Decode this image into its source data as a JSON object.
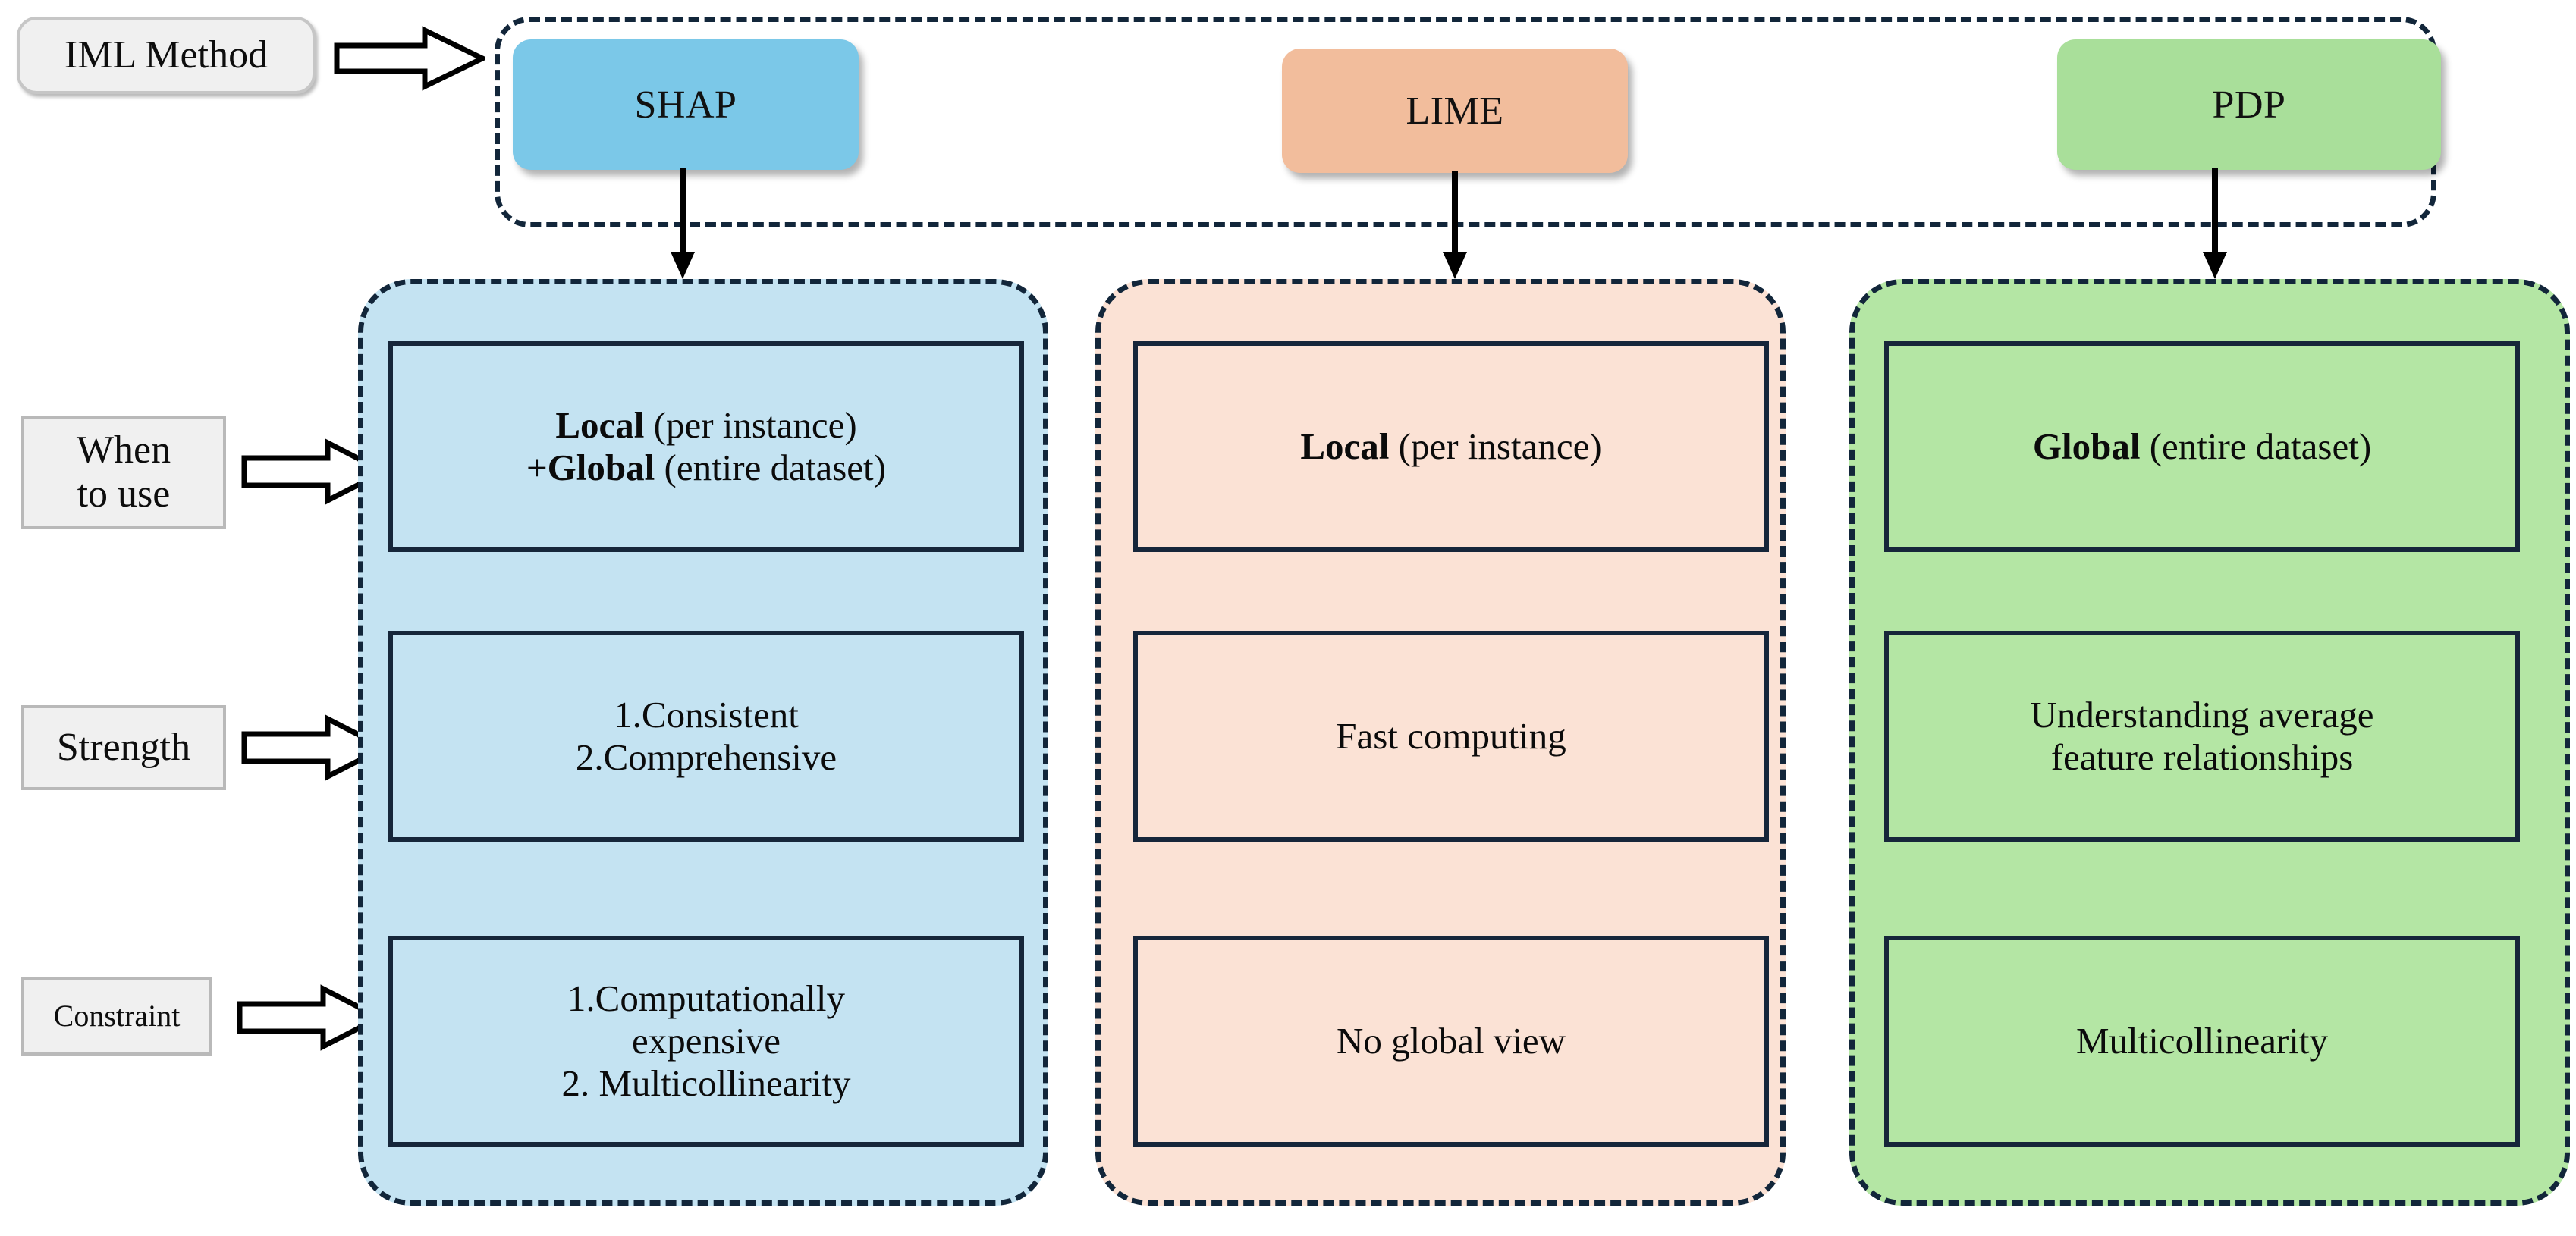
{
  "legend": {
    "method_label": "IML Method",
    "rows": [
      {
        "label": "When\nto use",
        "name": "when-to-use"
      },
      {
        "label": "Strength",
        "name": "strength"
      },
      {
        "label": "Constraint",
        "name": "constraint"
      }
    ]
  },
  "colors": {
    "shap_header": "#7BC8E8",
    "shap_body": "#C4E3F2",
    "lime_header": "#F2BD9C",
    "lime_body": "#FBE2D5",
    "pdp_header": "#A9DF9A",
    "pdp_body": "#B4E6A4",
    "dashed_border": "#12263a",
    "cell_border": "#16263a",
    "label_fill": "#f0f0f0",
    "label_border": "#b9b9b9"
  },
  "columns": [
    {
      "id": "shap",
      "header": "SHAP",
      "when_to_use_line1_bold": "Local",
      "when_to_use_line1_rest": " (per instance)",
      "when_to_use_line2_prefix": "+",
      "when_to_use_line2_bold": "Global",
      "when_to_use_line2_rest": " (entire dataset)",
      "strength_line1": "1.Consistent",
      "strength_line2": "2.Comprehensive",
      "constraint_line1": "1.Computationally",
      "constraint_line2": "expensive",
      "constraint_line3": "2. Multicollinearity"
    },
    {
      "id": "lime",
      "header": "LIME",
      "when_to_use_line1_bold": "Local",
      "when_to_use_line1_rest": " (per instance)",
      "strength_line1": "Fast computing",
      "constraint_line1": "No global view"
    },
    {
      "id": "pdp",
      "header": "PDP",
      "when_to_use_line1_bold": "Global",
      "when_to_use_line1_rest": " (entire dataset)",
      "strength_line1": "Understanding average",
      "strength_line2": "feature relationships",
      "constraint_line1": "Multicollinearity"
    }
  ]
}
